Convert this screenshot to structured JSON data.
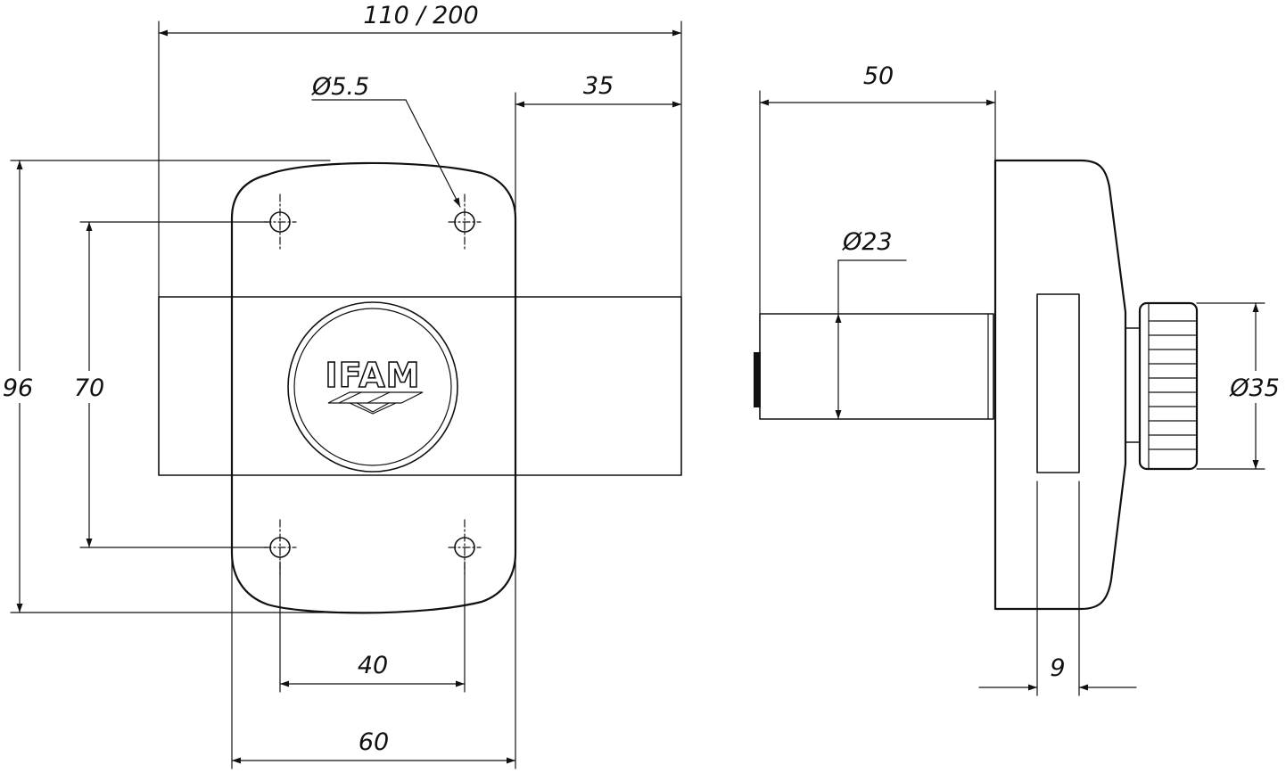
{
  "front_view": {
    "logo_text": "IFAM",
    "dimensions": {
      "overall_width": "110 / 200",
      "bolt_extension": "35",
      "screw_hole": "Ø5.5",
      "height": "96",
      "hole_spacing_vertical": "70",
      "hole_spacing_horizontal": "40",
      "body_width": "60"
    }
  },
  "side_view": {
    "dimensions": {
      "cylinder_length": "50",
      "cylinder_diameter": "Ø23",
      "knob_diameter": "Ø35",
      "bolt_thickness": "9"
    }
  }
}
